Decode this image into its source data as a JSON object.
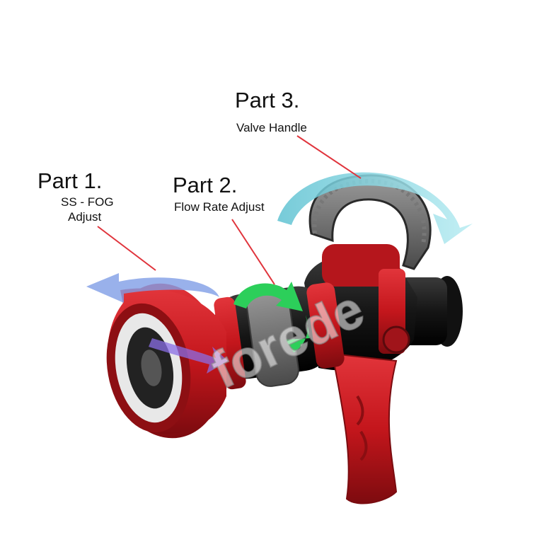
{
  "parts": [
    {
      "title": "Part 1.",
      "subtitle_line1": "SS - FOG",
      "subtitle_line2": "Adjust"
    },
    {
      "title": "Part 2.",
      "subtitle": "Flow Rate Adjust"
    },
    {
      "title": "Part 3.",
      "subtitle": "Valve Handle"
    }
  ],
  "watermark": "forede",
  "colors": {
    "nozzle_red": "#c4161c",
    "body_black": "#1c1c1c",
    "handle_gray": "#5a5a5a",
    "leader_line": "#e0343c",
    "arrow_blue": "#7f9ee6",
    "arrow_cyan": "#8fd6e0",
    "arrow_green": "#2ccf5a"
  }
}
